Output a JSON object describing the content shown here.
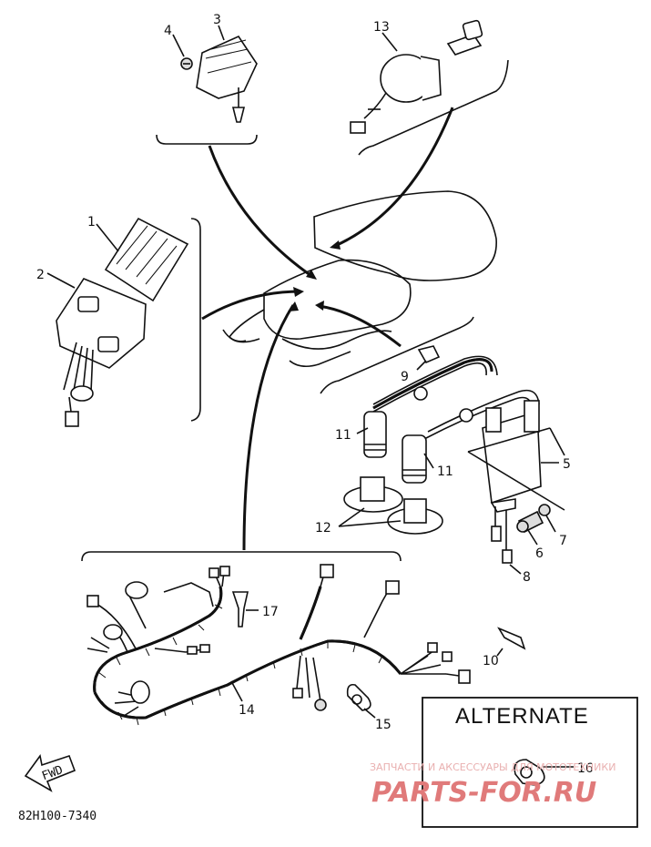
{
  "labels": {
    "p1": "1",
    "p2": "2",
    "p3": "3",
    "p4": "4",
    "p5": "5",
    "p6": "6",
    "p7": "7",
    "p8": "8",
    "p9": "9",
    "p10": "10",
    "p11a": "11",
    "p11b": "11",
    "p12": "12",
    "p13": "13",
    "p14": "14",
    "p15": "15",
    "p16": "16",
    "p17": "17"
  },
  "alternate_title": "ALTERNATE",
  "fwd_label": "FWD",
  "diagram_code": "82H100-7340",
  "watermark": {
    "line1": "ЗАПЧАСТИ И АКСЕССУАРЫ ДЛЯ МОТОТЕХНИКИ",
    "line2": "PARTS-FOR.RU"
  }
}
